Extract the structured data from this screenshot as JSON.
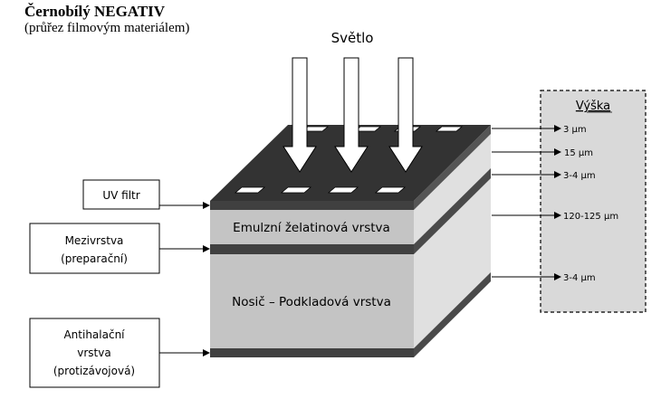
{
  "title": "Černobílý NEGATIV",
  "subtitle": "(průřez filmovým materiálem)",
  "light_label": "Světlo",
  "layers_front": {
    "emulsion": "Emulzní želatinová vrstva",
    "base": "Nosič – Podkladová vrstva"
  },
  "left_labels": {
    "uv_filter": [
      "UV filtr"
    ],
    "interlayer": [
      "Mezivrstva",
      "(preparační)"
    ],
    "antihalation": [
      "Antihalační",
      "vrstva",
      "(protizávojová)"
    ]
  },
  "height_panel": {
    "heading": "Výška",
    "values": [
      "3 µm",
      "15 µm",
      "3-4 µm",
      "120-125 µm",
      "3-4 µm"
    ]
  },
  "colors": {
    "dark_layer": "#333333",
    "dark_band": "#4a4a4a",
    "front_gray": "#c4c4c4",
    "side_gray": "#e0e0e0",
    "panel_bg": "#d9d9d9"
  }
}
